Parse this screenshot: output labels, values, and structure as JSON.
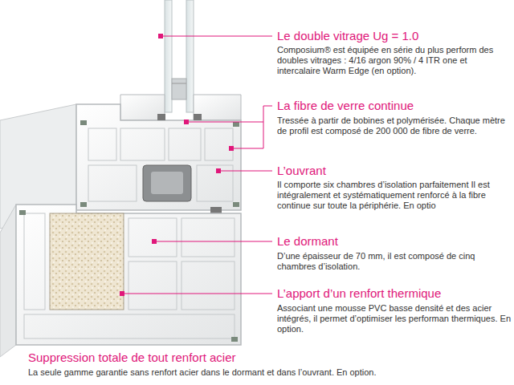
{
  "diagram": {
    "labels": [
      "Le double vitrage Ug = 1.0",
      "Composium® est équipée en série du plus perform des doubles vitrages : 4/16 argon 90% / 4 ITR one et intercalaire Warm Edge (en option).",
      "La fibre de verre continue",
      "Tressée à partir de bobines et polymérisée. Chaque mètre de profil est composé de 200 000 de fibre de verre.",
      "L’ouvrant",
      "Il comporte six chambres d’isolation parfaitement Il est intégralement et systématiquement renforcé à la fibre continue sur toute la périphérie. En optio",
      "Le dormant",
      "D’une épaisseur de 70 mm, il est composé de cinq chambres d’isolation.",
      "L’apport d’un renfort thermique",
      "Associant une mousse PVC basse densité et des acier intégrés, il permet d’optimiser les performan thermiques. En option.",
      "Suppression totale de tout renfort acier",
      "La seule gamme garantie sans renfort acier dans le dormant et dans l’ouvrant. En option."
    ]
  }
}
